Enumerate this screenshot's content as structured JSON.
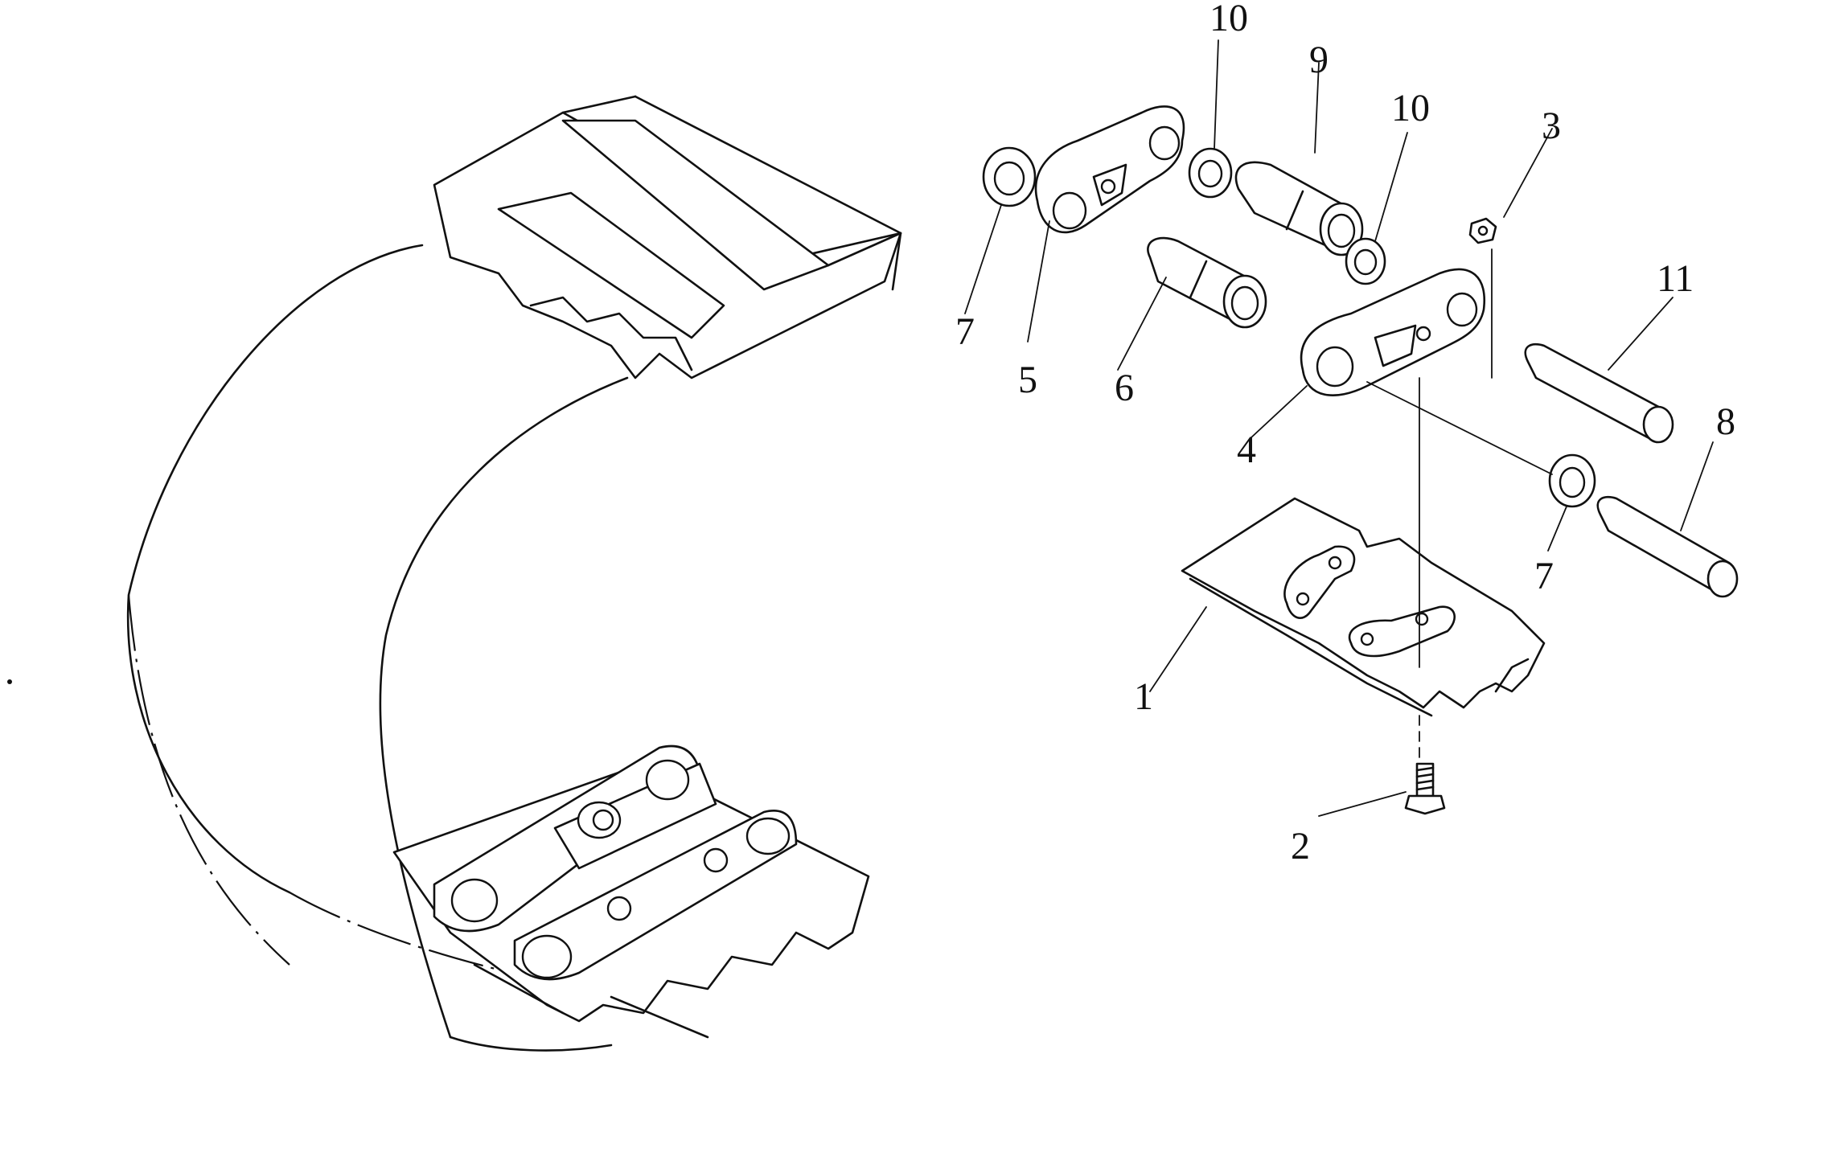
{
  "diagram": {
    "callouts": [
      {
        "id": "c1",
        "label": "1"
      },
      {
        "id": "c2",
        "label": "2"
      },
      {
        "id": "c3",
        "label": "3"
      },
      {
        "id": "c4",
        "label": "4"
      },
      {
        "id": "c5",
        "label": "5"
      },
      {
        "id": "c6",
        "label": "6"
      },
      {
        "id": "c7a",
        "label": "7"
      },
      {
        "id": "c7b",
        "label": "7"
      },
      {
        "id": "c8",
        "label": "8"
      },
      {
        "id": "c9",
        "label": "9"
      },
      {
        "id": "c10a",
        "label": "10"
      },
      {
        "id": "c10b",
        "label": "10"
      },
      {
        "id": "c11",
        "label": "11"
      }
    ]
  }
}
